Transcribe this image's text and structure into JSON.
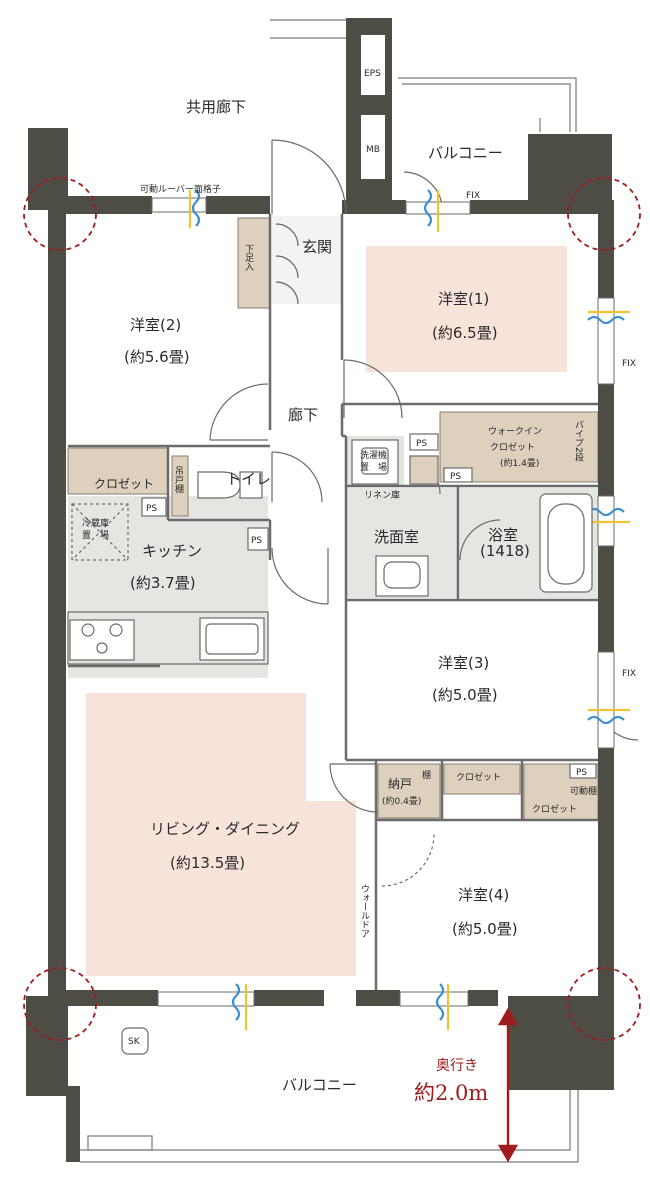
{
  "labels": {
    "common_corridor": "共用廊下",
    "eps": "EPS",
    "mb": "MB",
    "balcony_top": "バルコニー",
    "fix_top": "FIX",
    "louver": "可動ルーバー面格子",
    "entrance": "玄関",
    "shoe_box": "下足入",
    "room1_name": "洋室(1)",
    "room1_size": "(約6.5畳)",
    "room2_name": "洋室(2)",
    "room2_size": "(約5.6畳)",
    "fix_room1": "FIX",
    "hallway": "廊下",
    "closet_r2": "クロゼット",
    "toilet": "トイレ",
    "toilet_shelf": "吊戸棚",
    "ps1": "PS",
    "ps2": "PS",
    "ps3": "PS",
    "ps4": "PS",
    "ps5": "PS",
    "walkin": "ウォークイン",
    "walkin_closet": "クロゼット",
    "walkin_size": "(約1.4畳)",
    "pipe_shelf": "パイプ2段",
    "laundry": "洗濯機",
    "laundry_place": "置　場",
    "linen": "リネン庫",
    "fridge": "冷蔵庫",
    "fridge_place": "置　場",
    "kitchen": "キッチン",
    "kitchen_size": "(約3.7畳)",
    "washroom": "洗面室",
    "bath": "浴室",
    "bath_size": "(1418)",
    "room3_name": "洋室(3)",
    "room3_size": "(約5.0畳)",
    "fix_room3": "FIX",
    "storage": "納戸",
    "storage_shelf": "棚",
    "storage_size": "(約0.4畳)",
    "closet_r3": "クロゼット",
    "closet_r4": "クロゼット",
    "movable_shelf": "可動棚",
    "living_name": "リビング・ダイニング",
    "living_size": "(約13.5畳)",
    "wall_door": "ウォールドア",
    "room4_name": "洋室(4)",
    "room4_size": "(約5.0畳)",
    "sk": "SK",
    "balcony_bottom": "バルコニー",
    "depth_label": "奥行き",
    "depth_value": "約2.0m"
  },
  "colors": {
    "wall": "#4d4c45",
    "floor_pink": "#f8e3da",
    "kitchen_gray": "#e3e6e1",
    "storage_tan": "#ddd0bd",
    "line": "#5a5a5a",
    "accent_red": "#a01c1c",
    "window_blue": "#3b8fd0",
    "window_yellow": "#f1c232"
  }
}
